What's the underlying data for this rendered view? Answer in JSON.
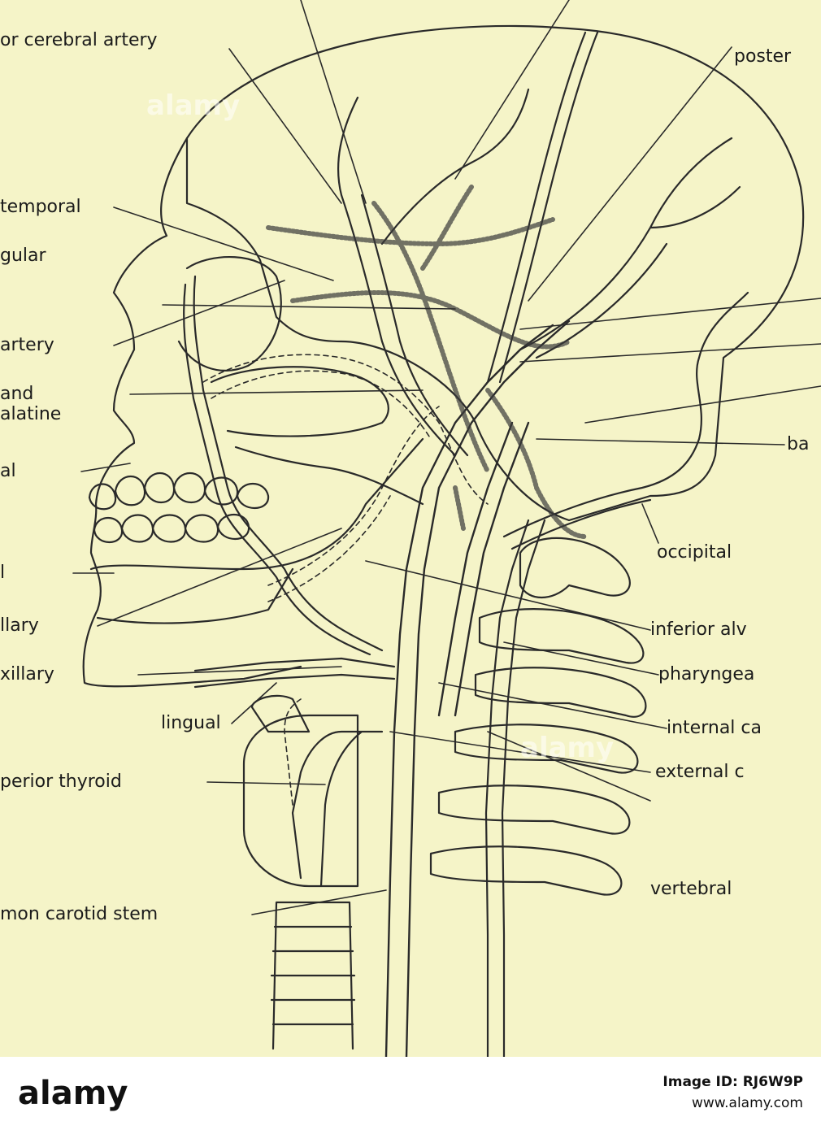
{
  "labels": {
    "anterior_cerebral": "or cerebral artery",
    "posterior": "poster",
    "temporal": "temporal",
    "angular": "gular",
    "artery": "artery",
    "and": "and",
    "palatine": "alatine",
    "al": "al",
    "l": "l",
    "illary": "llary",
    "xillary": "xillary",
    "lingual": "lingual",
    "superior_thyroid": "perior thyroid",
    "common_carotid": "mon carotid stem",
    "basilar": "ba",
    "occipital": "occipital",
    "inferior_alveolar": "inferior alv",
    "pharyngeal": "pharyngea",
    "internal_carotid": "internal ca",
    "external_carotid": "external c",
    "vertebral": "vertebral"
  },
  "watermark": "alamy",
  "footer": {
    "logo": "alamy",
    "image_id": "Image ID: RJ6W9P",
    "url": "www.alamy.com"
  }
}
